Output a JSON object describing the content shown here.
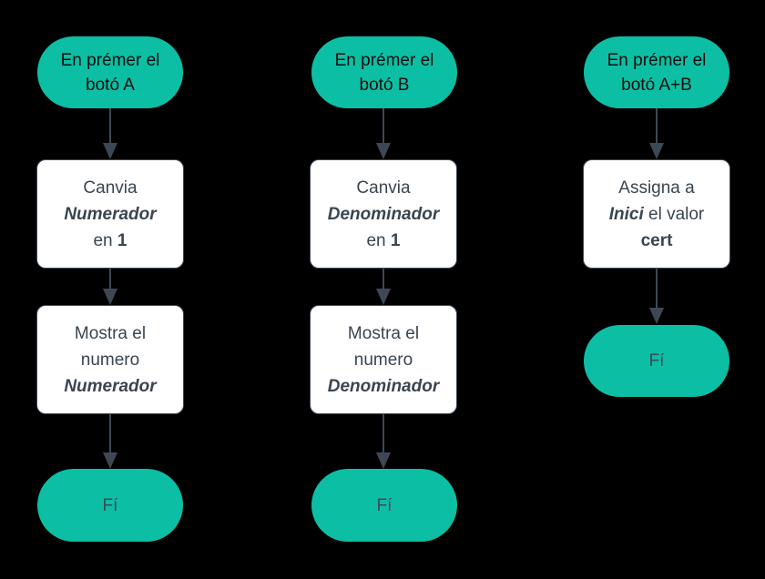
{
  "colors": {
    "bg": "#000000",
    "teal": "#0cbfa4",
    "pill_text": "#0e0e0e",
    "fi_text": "#3f4a57",
    "box_bg": "#ffffff",
    "box_border": "#3f4a57",
    "box_text": "#3a4550",
    "arrow": "#3d4854"
  },
  "flows": [
    {
      "start": {
        "line1": "En prémer el",
        "line2": "botó A"
      },
      "box1": {
        "line1": "Canvia",
        "line2_italic": "Numerador",
        "line3_pre": "en ",
        "line3_bold": "1"
      },
      "box2": {
        "line1": "Mostra el",
        "line2": "numero",
        "line3_italic": "Numerador"
      },
      "end": {
        "label": "Fí"
      }
    },
    {
      "start": {
        "line1": "En prémer el",
        "line2": "botó B"
      },
      "box1": {
        "line1": "Canvia",
        "line2_italic": "Denominador",
        "line3_pre": "en ",
        "line3_bold": "1"
      },
      "box2": {
        "line1": "Mostra el",
        "line2": "numero",
        "line3_italic": "Denominador"
      },
      "end": {
        "label": "Fí"
      }
    },
    {
      "start": {
        "line1": "En prémer el",
        "line2": "botó A+B"
      },
      "box1": {
        "line1": "Assigna a",
        "line2_italic": "Inici",
        "line2_rest": " el valor",
        "line3_bold": "cert"
      },
      "end": {
        "label": "Fí"
      }
    }
  ]
}
